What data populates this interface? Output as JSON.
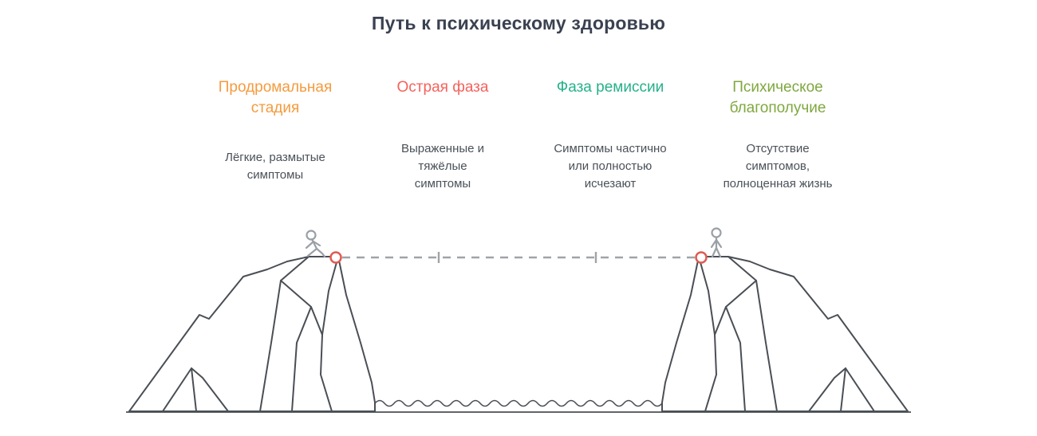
{
  "title": "Путь к психическому здоровью",
  "stages": [
    {
      "label": "Продромальная\nстадия",
      "description": "Лёгкие, размытые\nсимптомы",
      "color": "#f59b3e"
    },
    {
      "label": "Острая фаза",
      "description": "Выраженные и\nтяжёлые\nсимптомы",
      "color": "#f4625d"
    },
    {
      "label": "Фаза ремиссии",
      "description": "Симптомы частично\nили полностью\nисчезают",
      "color": "#25b189"
    },
    {
      "label": "Психическое\nблагополучие",
      "description": "Отсутствие\nсимптомов,\nполноценная жизнь",
      "color": "#7fa83f"
    }
  ],
  "illustration": {
    "line_color": "#4a4f55",
    "rope_color": "#a0a4a8",
    "figure_color": "#9aa0a6",
    "anchor_color": "#e05b52"
  }
}
